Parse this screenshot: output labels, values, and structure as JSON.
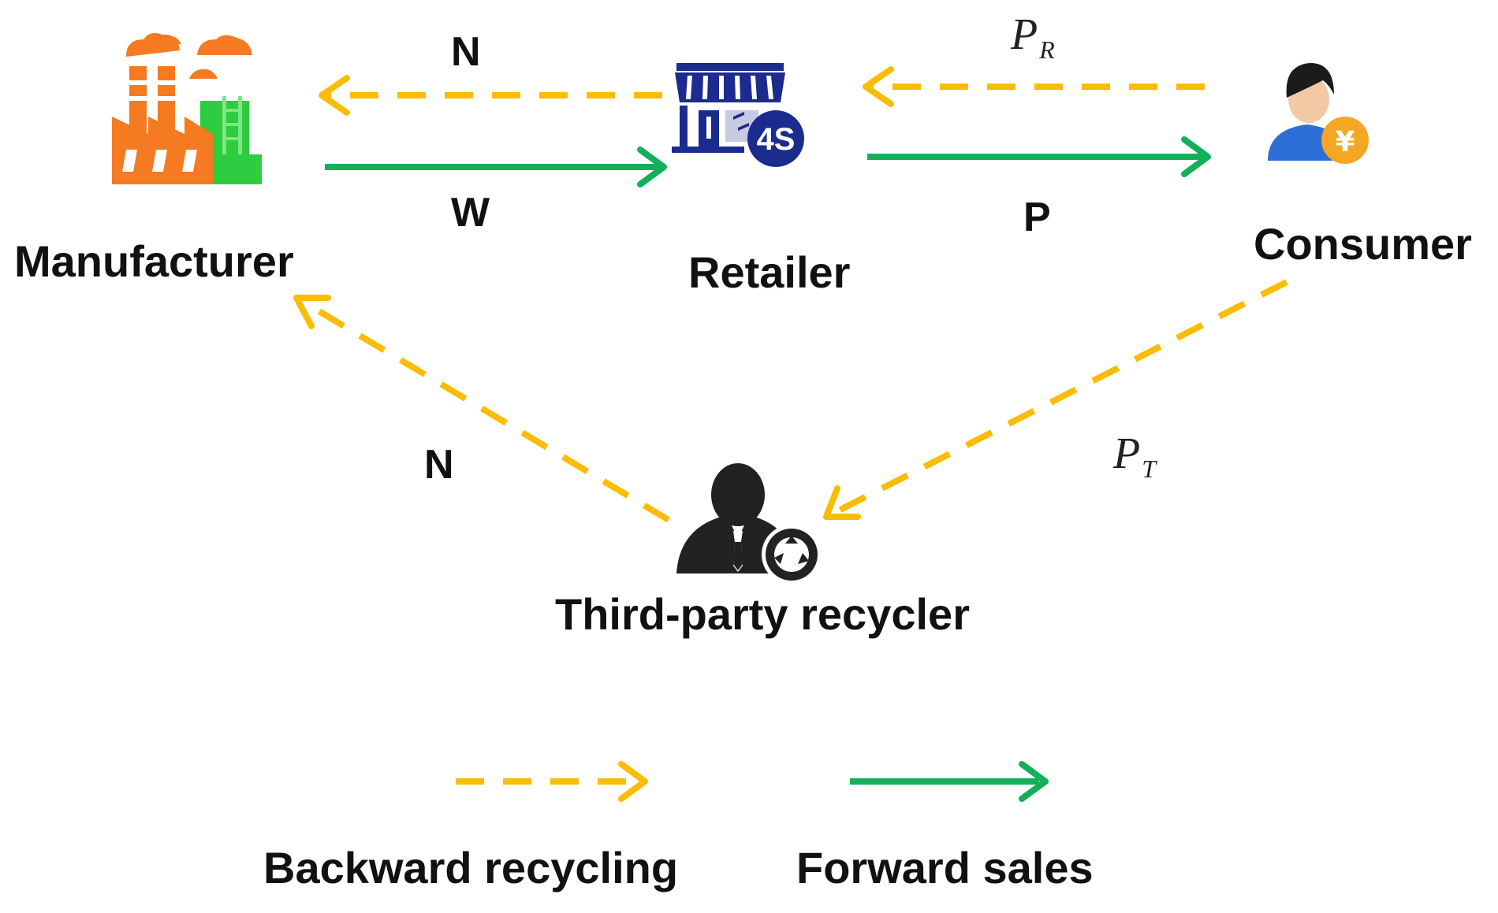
{
  "colors": {
    "backward": "#FBBC05",
    "forward": "#13B05A",
    "factory_orange": "#F57A22",
    "factory_green": "#2ECC40",
    "retailer_navy": "#1B2C8E",
    "consumer_blue": "#2D6FD6",
    "coin_orange": "#F5A623",
    "recycler_dark": "#222222"
  },
  "nodes": {
    "manufacturer": {
      "label": "Manufacturer",
      "icon": "factory-icon"
    },
    "retailer": {
      "label": "Retailer",
      "icon": "store-4s-icon",
      "badge": "4S"
    },
    "consumer": {
      "label": "Consumer",
      "icon": "consumer-with-coin-icon",
      "coin": "¥"
    },
    "recycler": {
      "label": "Third-party recycler",
      "icon": "recycler-person-icon"
    }
  },
  "edges": {
    "retailer_to_manufacturer": {
      "label": "N",
      "type": "backward"
    },
    "manufacturer_to_retailer": {
      "label": "W",
      "type": "forward"
    },
    "consumer_to_retailer": {
      "label_base": "P",
      "label_sub": "R",
      "type": "backward"
    },
    "retailer_to_consumer": {
      "label": "P",
      "type": "forward"
    },
    "recycler_to_manufacturer": {
      "label": "N",
      "type": "backward"
    },
    "consumer_to_recycler": {
      "label_base": "P",
      "label_sub": "T",
      "type": "backward"
    }
  },
  "legend": {
    "backward": {
      "label": "Backward recycling"
    },
    "forward": {
      "label": "Forward sales"
    }
  }
}
